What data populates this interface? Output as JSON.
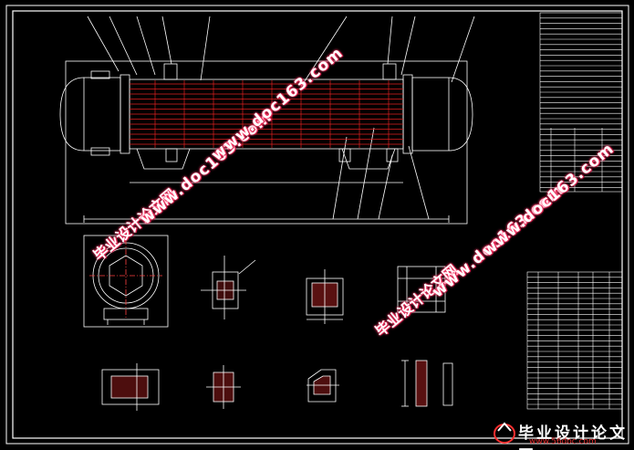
{
  "watermark": {
    "cn": "毕业设计论文网",
    "url": "www.doc163.com"
  },
  "logo": {
    "cn": "毕业设计论文网",
    "url": "www.56doc.com"
  },
  "colors": {
    "frame": "#ffffff",
    "tubes": "#e02020",
    "lines": "#ffffff",
    "centerline": "#ff4040",
    "hatch": "#ff3030",
    "watermark_glow": "#ff3a6a"
  }
}
